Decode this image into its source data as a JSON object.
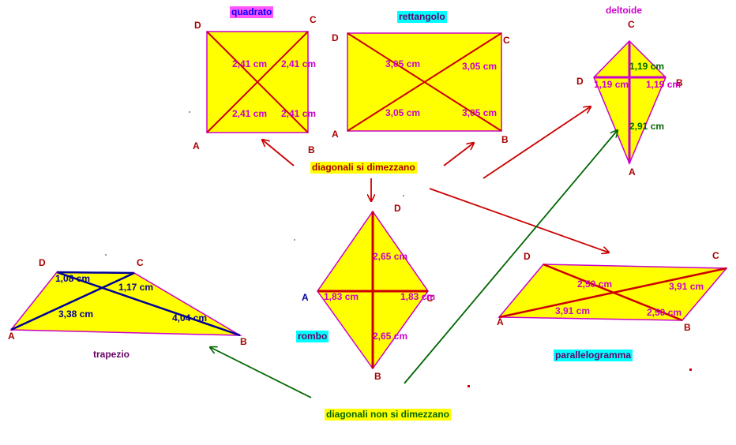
{
  "colors": {
    "fill": "#ffff00",
    "red": "#cc0000",
    "darkred": "#aa0000",
    "green": "#006600",
    "navy": "#000099",
    "magenta": "#cc00cc",
    "purple": "#660066",
    "shape_title_bg_square": "#ff55ff",
    "shape_title_bg": "#00ffff",
    "callout_bg": "#ffff00"
  },
  "captions": {
    "bisect": "diagonali si dimezzano",
    "not_bisect": "diagonali non si dimezzano"
  },
  "quadrato": {
    "title": "quadrato",
    "vertices": {
      "A": "A",
      "B": "B",
      "C": "C",
      "D": "D"
    },
    "seg1": "2,41  cm",
    "seg2": "2,41   cm",
    "seg3": "2,41  cm",
    "seg4": "2,41   cm"
  },
  "rettangolo": {
    "title": "rettangolo",
    "vertices": {
      "A": "A",
      "B": "B",
      "C": "C",
      "D": "D"
    },
    "seg1": "3,05  cm",
    "seg2": "3,05  cm",
    "seg3": "3,05  cm",
    "seg4": "3,05  cm"
  },
  "deltoide": {
    "title": "deltoide",
    "vertices": {
      "A": "A",
      "B": "B",
      "C": "C",
      "D": "D"
    },
    "seg_top": "1,19  cm",
    "seg_left": "1,19  cm",
    "seg_right": "1,19  cm",
    "seg_bottom": "2,91  cm"
  },
  "rombo": {
    "title": "rombo",
    "vertices": {
      "A": "A",
      "B": "B",
      "C": "C",
      "D": "D"
    },
    "seg_top": "2,65  cm",
    "seg_left": "1,83  cm",
    "seg_right": "1,83  cm",
    "seg_bottom": "2,65  cm"
  },
  "parallelogramma": {
    "title": "parallelogramma",
    "vertices": {
      "A": "A",
      "B": "B",
      "C": "C",
      "D": "D"
    },
    "seg1": "2,50  cm",
    "seg2": "3,91  cm",
    "seg3": "3,91  cm",
    "seg4": "2,50  cm"
  },
  "trapezio": {
    "title": "trapezio",
    "vertices": {
      "A": "A",
      "B": "B",
      "C": "C",
      "D": "D"
    },
    "seg1": "1,08  cm",
    "seg2": "1,17  cm",
    "seg3": "3,38  cm",
    "seg4": "4,04  cm"
  }
}
